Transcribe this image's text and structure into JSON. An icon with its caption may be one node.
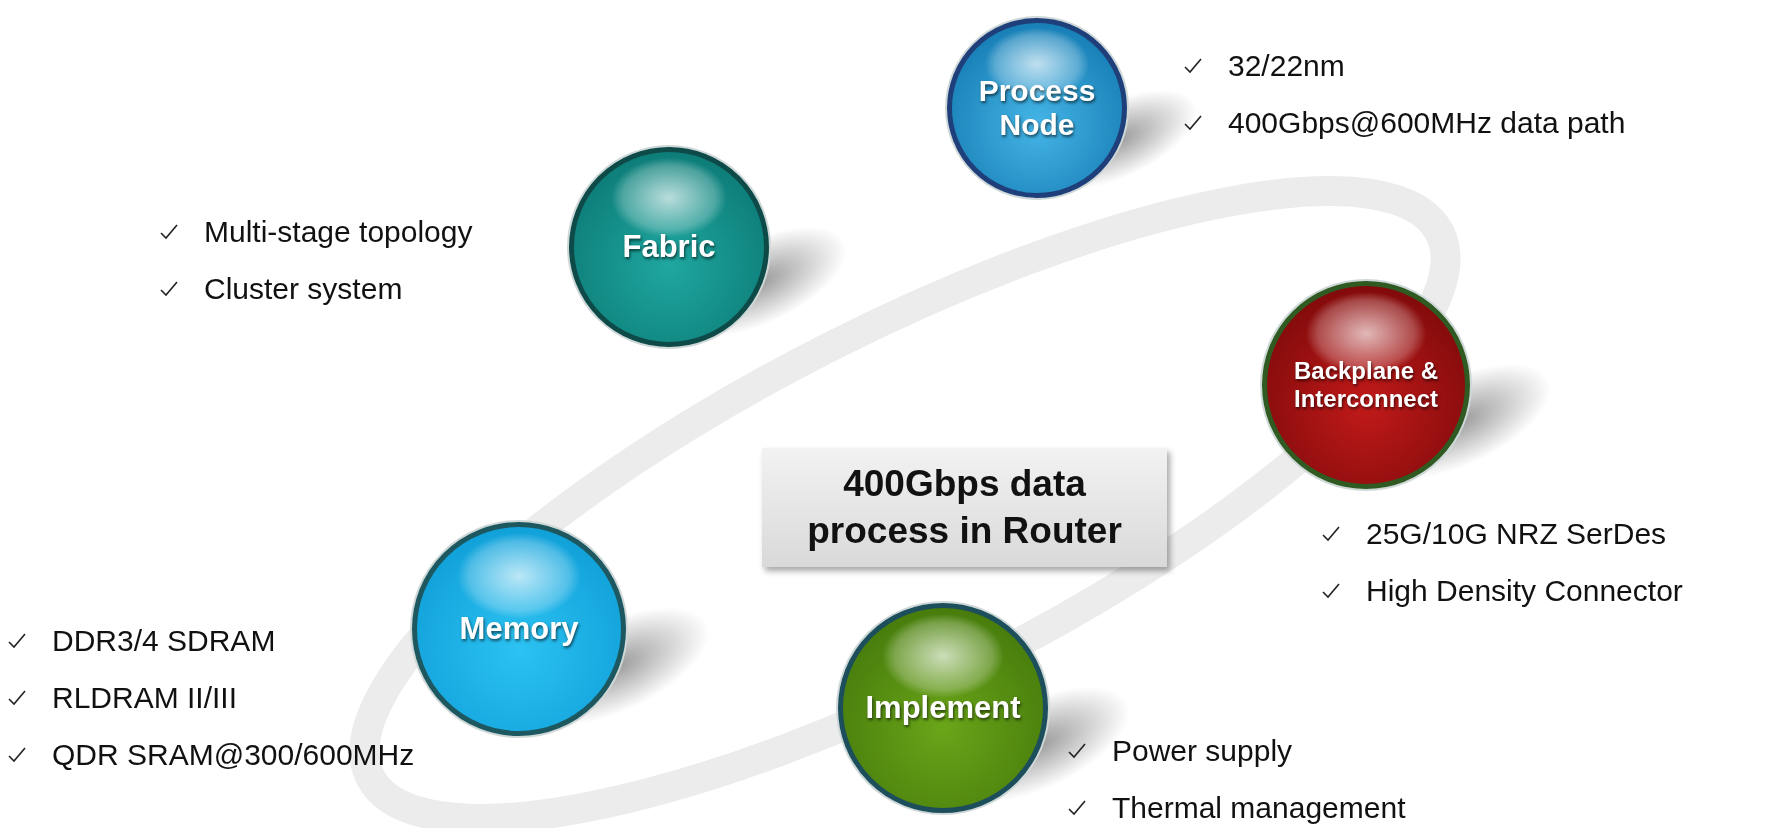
{
  "diagram": {
    "nodes": [
      {
        "text": [
          "Process Node"
        ],
        "beside": [
          "32/22nm",
          "400Gbps@600MHz data path"
        ]
      },
      {
        "text": [
          "Fabric"
        ],
        "beside": [
          "Multi-stage topology",
          "Cluster system"
        ]
      },
      {
        "text": [
          "Backplane & Interconnect"
        ],
        "beside": [
          "25G/10G NRZ SerDes",
          "High Density Connector"
        ]
      },
      {
        "text": [
          "400Gbps data process in Router"
        ]
      },
      {
        "text": [
          "Memory"
        ],
        "beside": [
          "DDR3/4 SDRAM",
          "RLDRAM II/III",
          "QDR SRAM@300/600MHz"
        ]
      },
      {
        "text": [
          "Implement"
        ],
        "beside": [
          "Power supply",
          "Thermal management"
        ]
      }
    ]
  }
}
